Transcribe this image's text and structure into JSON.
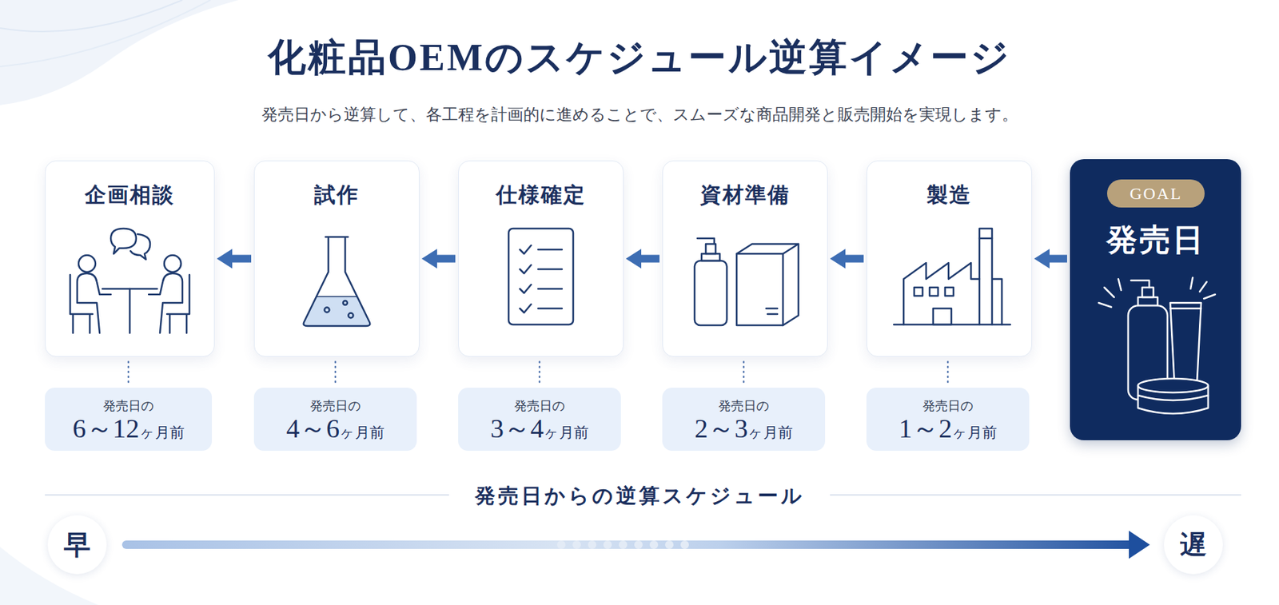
{
  "diagram": {
    "title": "化粧品OEMのスケジュール逆算イメージ",
    "nodes": [
      {
        "text": [
          "企画相談"
        ]
      },
      {
        "text": [
          "発売日の",
          "6～12ヶ月前"
        ]
      },
      {
        "text": [
          "試作"
        ]
      },
      {
        "text": [
          "発売日の",
          "4～6ヶ月前"
        ]
      },
      {
        "text": [
          "仕様確定"
        ]
      },
      {
        "text": [
          "発売日の",
          "3～4ヶ月前"
        ]
      },
      {
        "text": [
          "資材準備"
        ]
      },
      {
        "text": [
          "発売日の",
          "2～3ヶ月前"
        ]
      },
      {
        "text": [
          "製造"
        ]
      },
      {
        "text": [
          "発売日の",
          "1～2ヶ月前"
        ]
      },
      {
        "text": [
          "発売日"
        ]
      },
      {
        "text": [
          "GOAL"
        ],
        "in": 10
      },
      {
        "text": [
          "早"
        ]
      },
      {
        "text": [
          "遅"
        ]
      }
    ],
    "edges": [
      {
        "from": 10,
        "to": 8,
        "arrow": "to"
      },
      {
        "from": 8,
        "to": 6,
        "arrow": "to"
      },
      {
        "from": 6,
        "to": 4,
        "arrow": "to"
      },
      {
        "from": 4,
        "to": 2,
        "arrow": "to"
      },
      {
        "from": 2,
        "to": 0,
        "arrow": "to"
      },
      {
        "from": 0,
        "to": 1,
        "arrow": "none"
      },
      {
        "from": 2,
        "to": 3,
        "arrow": "none"
      },
      {
        "from": 4,
        "to": 5,
        "arrow": "none"
      },
      {
        "from": 6,
        "to": 7,
        "arrow": "none"
      },
      {
        "from": 8,
        "to": 9,
        "arrow": "none"
      },
      {
        "from": 12,
        "to": 13,
        "arrow": "to"
      }
    ],
    "labels": [
      "発売日から逆算して、各工程を計画的に進めることで、スムーズな商品開発と販売開始を実現します。",
      "発売日からの逆算スケジュール"
    ]
  }
}
